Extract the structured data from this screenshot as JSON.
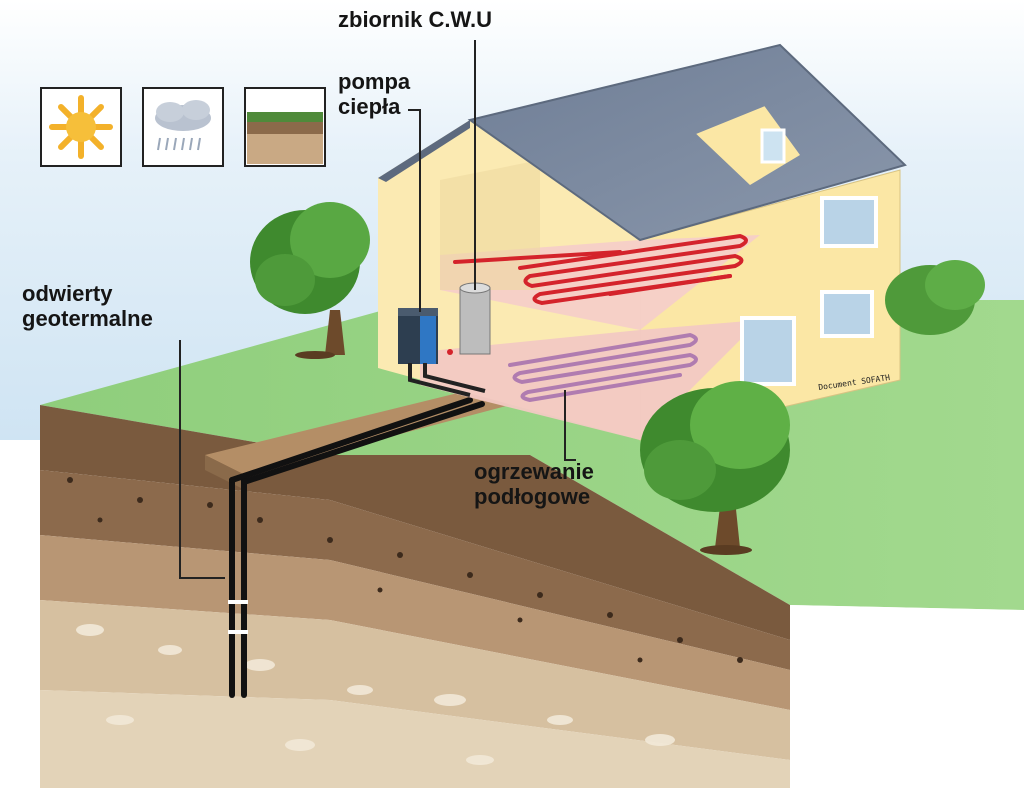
{
  "labels": {
    "tank": "zbiornik C.W.U",
    "heat_pump_line1": "pompa",
    "heat_pump_line2": "ciepła",
    "boreholes_line1": "odwierty",
    "boreholes_line2": "geotermalne",
    "floor_heating_line1": "ogrzewanie",
    "floor_heating_line2": "podłogowe"
  },
  "credit": "Document SOFATH",
  "icons": [
    "sun-icon",
    "rain-cloud-icon",
    "soil-icon"
  ],
  "colors": {
    "sky": "#d3e7f5",
    "grass": "#8dc97a",
    "house_wall": "#fbe8a8",
    "roof": "#7c8aa0",
    "heating_pipe_top": "#d4232b",
    "heating_pipe_bottom": "#b07cb0",
    "soil_dark": "#7a5a3e",
    "soil_light": "#c9a984"
  }
}
